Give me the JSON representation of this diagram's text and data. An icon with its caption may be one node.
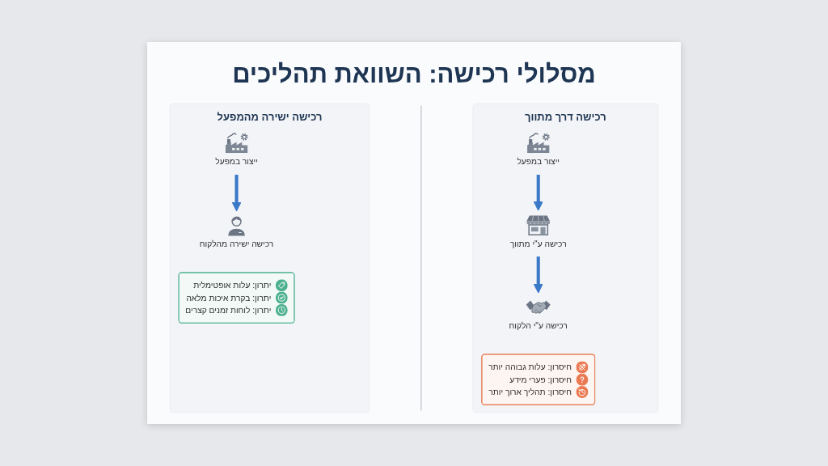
{
  "diagram": {
    "title": "מסלולי רכישה: השוואת תהליכים",
    "nodes": [
      {
        "text": [
          "רכישה דרך מתווך"
        ]
      },
      {
        "text": [
          "ייצור במפעל"
        ],
        "in": 0
      },
      {
        "text": [
          "רכישה ע\"י מתווך"
        ],
        "in": 0
      },
      {
        "text": [
          "רכישה ע\"י הלקוח"
        ],
        "in": 0
      },
      {
        "text": [
          "חיסרון: עלות גבוהה יותר",
          "חיסרון: פערי מידע",
          "חיסרון: תהליך ארוך יותר"
        ],
        "in": 0
      },
      {
        "text": [
          "רכישה ישירה מהמפעל"
        ]
      },
      {
        "text": [
          "ייצור במפעל"
        ],
        "in": 5
      },
      {
        "text": [
          "רכישה ישירה מהלקוח"
        ],
        "in": 5
      },
      {
        "text": [
          "יתרון: עלות אופטימלית",
          "יתרון: בקרת איכות מלאה",
          "יתרון: לוחות זמנים קצרים"
        ],
        "in": 5
      }
    ],
    "edges": [
      {
        "from": 1,
        "to": 2,
        "arrow": "to"
      },
      {
        "from": 2,
        "to": 3,
        "arrow": "to"
      },
      {
        "from": 6,
        "to": 7,
        "arrow": "to"
      }
    ]
  }
}
